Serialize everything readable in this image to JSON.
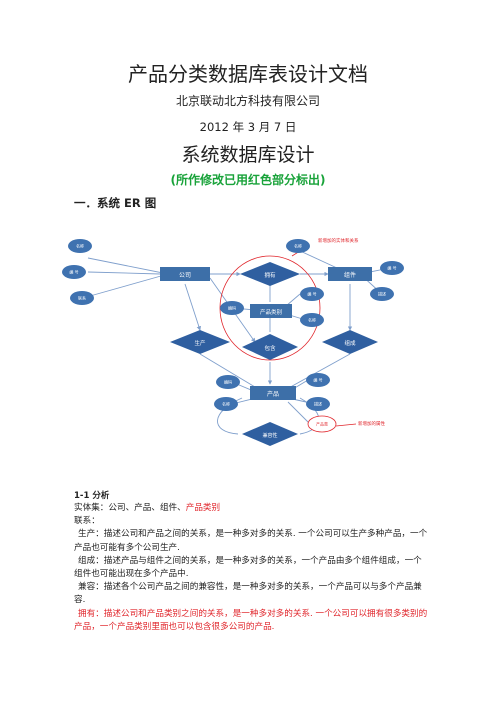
{
  "header": {
    "doc_title": "产品分类数据库表设计文档",
    "company": "北京联动北方科技有限公司",
    "date": "2012 年 3 月 7 日",
    "section_title": "系统数据库设计",
    "note": "(所作修改已用红色部分标出)"
  },
  "section1": {
    "heading": "一．系统 ER 图"
  },
  "diagram": {
    "entities": {
      "company": "公司",
      "component": "组件",
      "product": "产品",
      "category": "产品类别"
    },
    "relations": {
      "own": "拥有",
      "produce": "生产",
      "contain": "包含",
      "compose": "组成",
      "compat": "兼容性"
    },
    "attrs": {
      "company_a": "名称",
      "company_b": "编 号",
      "company_c": "联系",
      "comp_a": "名称",
      "comp_b": "编 号",
      "comp_c": "描述",
      "cat_a": "编码",
      "cat_b": "编 号",
      "cat_c": "名称",
      "prod_a": "编码",
      "prod_b": "编 号",
      "prod_c": "名称",
      "prod_d": "描述",
      "prod_e": "产品类"
    },
    "annotations": {
      "top": "新增加的实体和关系",
      "right": "新增加的属性"
    },
    "colors": {
      "entity": "#3d6fa8",
      "relation": "#2f5fa0",
      "attr": "#3f72b0",
      "line": "#7f9fcc",
      "mark": "#e0252b"
    }
  },
  "analysis": {
    "heading": "1-1 分析",
    "entities_label": "实体集：公司、产品、组件、",
    "entities_red": "产品类别",
    "relations_label": "联系：",
    "p_produce": "生产：描述公司和产品之间的关系，是一种多对多的关系. 一个公司可以生产多种产品，一个产品也可能有多个公司生产.",
    "p_compose": "组成：描述产品与组件之间的关系，是一种多对多的关系，一个产品由多个组件组成，一个组件也可能出现在多个产品中.",
    "p_compat": "兼容：描述各个公司产品之间的兼容性，是一种多对多的关系，一个产品可以与多个产品兼容.",
    "p_own": "拥有：描述公司和产品类别之间的关系，是一种多对多的关系. 一个公司可以拥有很多类别的产品，一个产品类别里面也可以包含很多公司的产品."
  }
}
